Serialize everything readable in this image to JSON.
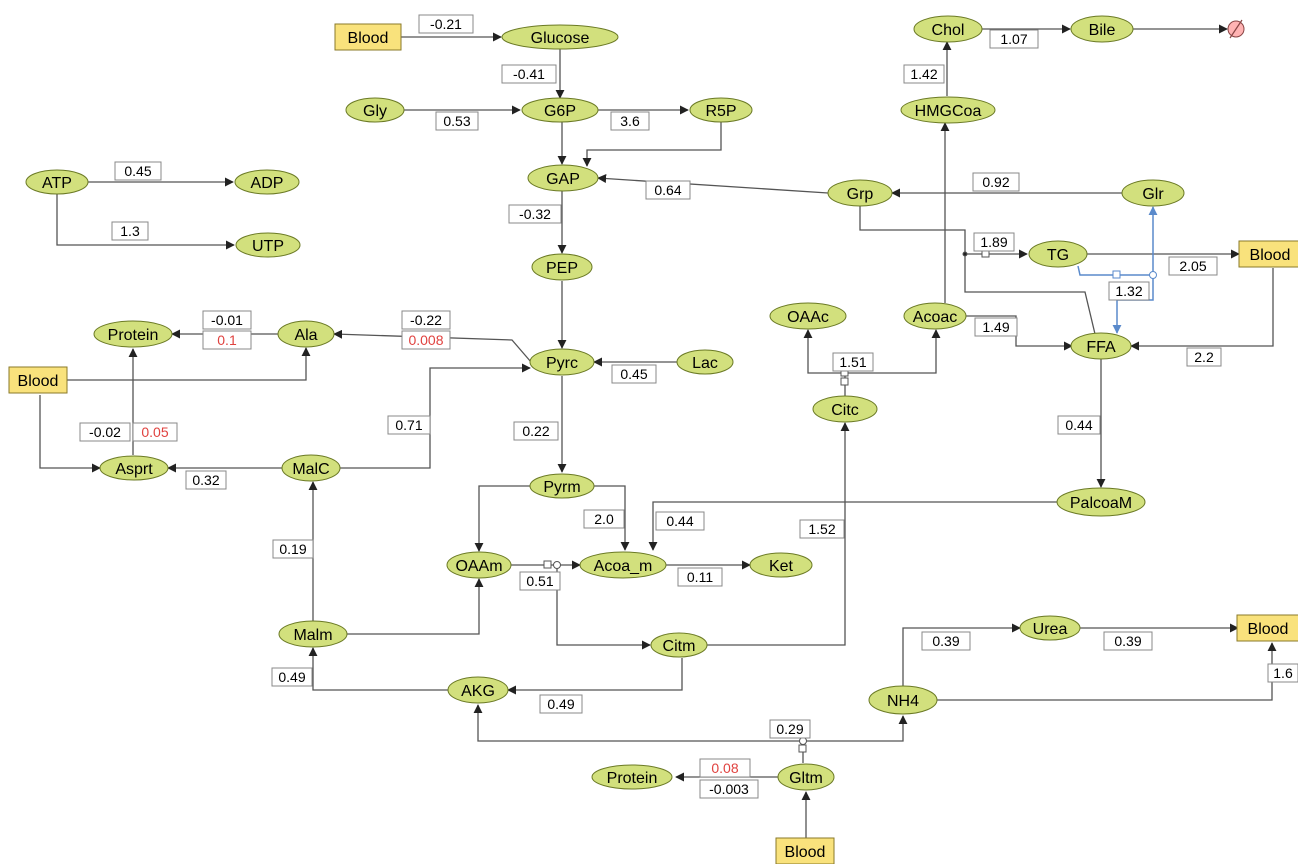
{
  "colors": {
    "node_fill": "#d2e07d",
    "node_stroke": "#6b7a25",
    "source_fill": "#f9e27c",
    "source_stroke": "#8a7a2a",
    "edge": "#555555",
    "edge_highlight": "#5a8acb",
    "label_red": "#e0423f",
    "sink": "#ff9999"
  },
  "nodes": {
    "blood_top": "Blood",
    "glucose": "Glucose",
    "gly": "Gly",
    "g6p": "G6P",
    "r5p": "R5P",
    "gap": "GAP",
    "pep": "PEP",
    "atp": "ATP",
    "adp": "ADP",
    "utp": "UTP",
    "chol": "Chol",
    "bile": "Bile",
    "hmgcoa": "HMGCoa",
    "grp": "Grp",
    "glr": "Glr",
    "tg": "TG",
    "blood_right1": "Blood",
    "acoac": "Acoac",
    "oaac": "OAAc",
    "ffa": "FFA",
    "protein_top": "Protein",
    "ala": "Ala",
    "blood_left": "Blood",
    "pyrc": "Pyrc",
    "lac": "Lac",
    "citc": "Citc",
    "asprt": "Asprt",
    "malc": "MalC",
    "pyrm": "Pyrm",
    "palcoam": "PalcoaM",
    "oaam": "OAAm",
    "acoa_m": "Acoa_m",
    "ket": "Ket",
    "malm": "Malm",
    "citm": "Citm",
    "urea": "Urea",
    "blood_right2": "Blood",
    "akg": "AKG",
    "nh4": "NH4",
    "protein_bottom": "Protein",
    "gltm": "Gltm",
    "blood_bottom": "Blood"
  },
  "edge_labels": {
    "blood_glucose": "-0.21",
    "glucose_g6p": "-0.41",
    "gly_g6p": "0.53",
    "g6p_r5p": "3.6",
    "chol_bile": "1.07",
    "hmgcoa_chol": "1.42",
    "atp_adp": "0.45",
    "atp_utp": "1.3",
    "grp_gap": "0.64",
    "glr_grp": "0.92",
    "gap_pep": "-0.32",
    "grp_tg": "1.89",
    "tg_blood": "2.05",
    "tg_ffa": "1.32",
    "ala_protein": "-0.01",
    "ala_protein_red": "0.1",
    "pyrc_ala": "-0.22",
    "pyrc_ala_red": "0.008",
    "acoac_ffa": "1.49",
    "citc_split": "1.51",
    "lac_pyrc": "0.45",
    "blood_ffa": "2.2",
    "malc_pyrc": "0.71",
    "asprt_protein": "-0.02",
    "asprt_protein_red": "0.05",
    "pyrc_pyrm": "0.22",
    "ffa_palcoam": "0.44",
    "malc_asprt": "0.32",
    "pyrm_acoa": "2.0",
    "palcoam_acoa": "0.44",
    "citm_citc": "1.52",
    "malm_malc": "0.19",
    "oaam_citm": "0.51",
    "acoa_ket": "0.11",
    "nh4_urea": "0.39",
    "urea_blood": "0.39",
    "nh4_blood": "1.6",
    "akg_malm": "0.49",
    "citm_akg": "0.49",
    "gltm_split": "0.29",
    "gltm_protein_red": "0.08",
    "gltm_protein": "-0.003"
  }
}
